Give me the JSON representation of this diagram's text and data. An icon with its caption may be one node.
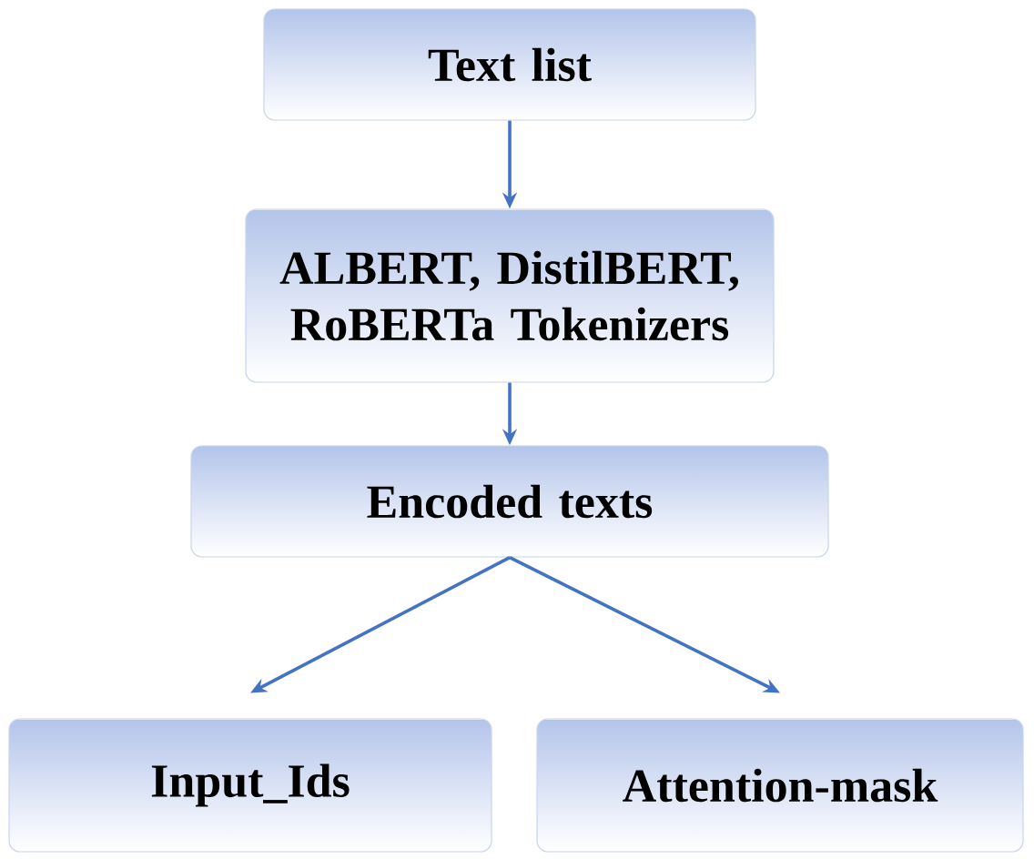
{
  "diagram": {
    "nodes": [
      {
        "text": [
          "Text list"
        ]
      },
      {
        "text": [
          "ALBERT, DistilBERT, RoBERTa Tokenizers"
        ]
      },
      {
        "text": [
          "Encoded texts"
        ]
      },
      {
        "text": [
          "Input_Ids"
        ]
      },
      {
        "text": [
          "Attention-mask"
        ]
      }
    ],
    "edges": [
      {
        "from": 0,
        "to": 1,
        "arrow": "to"
      },
      {
        "from": 1,
        "to": 2,
        "arrow": "to"
      },
      {
        "from": 2,
        "to": 3,
        "arrow": "to"
      },
      {
        "from": 2,
        "to": 4,
        "arrow": "to"
      }
    ]
  }
}
